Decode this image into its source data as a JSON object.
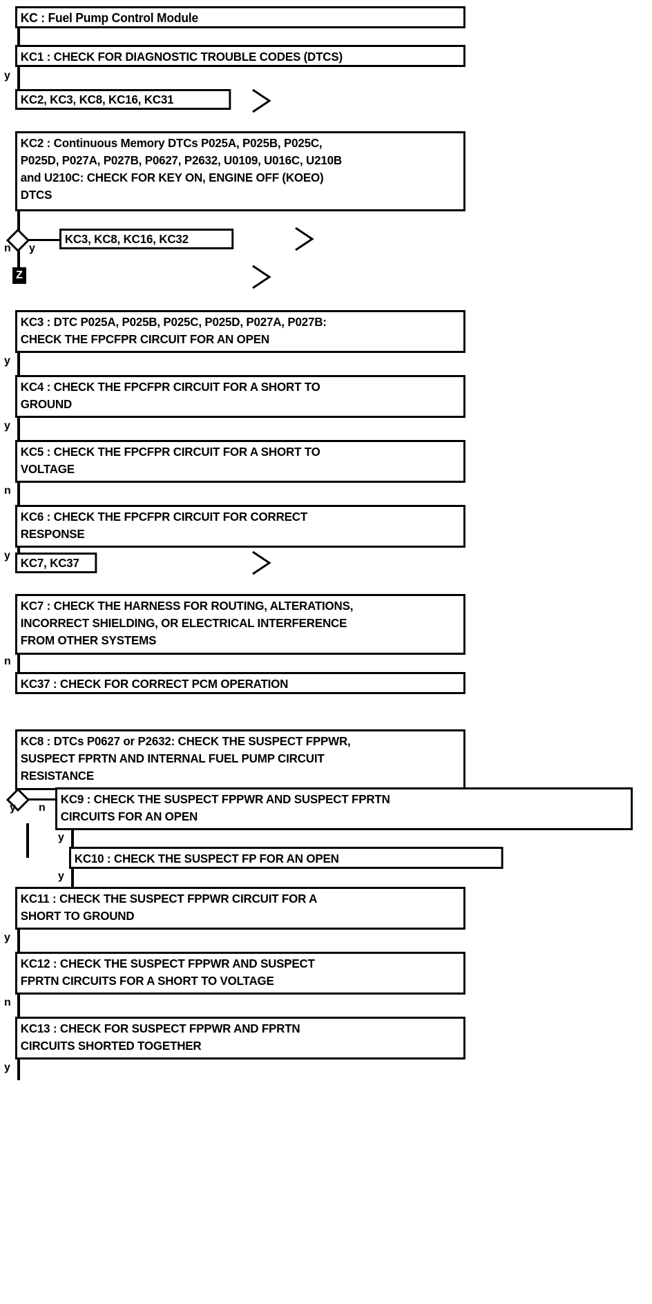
{
  "diagram": {
    "title": "KC : Fuel Pump Control Module",
    "nodes": {
      "kc_title": "KC : Fuel Pump Control Module",
      "kc1": "KC1 : CHECK FOR DIAGNOSTIC TROUBLE CODES (DTCS)",
      "ref1": "KC2, KC3, KC8, KC16, KC31",
      "kc2": "KC2 : Continuous Memory DTCs P025A, P025B, P025C,\nP025D, P027A, P027B, P0627, P2632, U0109, U016C, U210B\nand U210C: CHECK FOR KEY ON, ENGINE OFF (KOEO)\nDTCS",
      "ref2": "KC3, KC8, KC16, KC32",
      "marker_z": "Z",
      "kc3": "KC3 : DTC P025A, P025B, P025C, P025D, P027A, P027B:\nCHECK THE FPCFPR CIRCUIT FOR AN OPEN",
      "kc4": "KC4 : CHECK THE FPCFPR CIRCUIT FOR A SHORT TO\nGROUND",
      "kc5": "KC5 : CHECK THE FPCFPR CIRCUIT FOR A SHORT TO\nVOLTAGE",
      "kc6": "KC6 : CHECK THE FPCFPR CIRCUIT FOR CORRECT\nRESPONSE",
      "ref3": "KC7, KC37",
      "kc7": "KC7 : CHECK THE HARNESS FOR ROUTING, ALTERATIONS,\nINCORRECT SHIELDING, OR ELECTRICAL INTERFERENCE\nFROM OTHER SYSTEMS",
      "kc37": "KC37 : CHECK FOR CORRECT PCM OPERATION",
      "kc8": "KC8 : DTCs P0627 or P2632: CHECK THE SUSPECT FPPWR,\nSUSPECT FPRTN AND INTERNAL FUEL PUMP CIRCUIT\nRESISTANCE",
      "kc9": "KC9 : CHECK THE SUSPECT FPPWR AND SUSPECT FPRTN\nCIRCUITS FOR AN OPEN",
      "kc10": "KC10 : CHECK THE SUSPECT FP FOR AN OPEN",
      "kc11": "KC11 : CHECK THE SUSPECT FPPWR CIRCUIT FOR A\nSHORT TO GROUND",
      "kc12": "KC12 : CHECK THE SUSPECT FPPWR AND SUSPECT\nFPRTN CIRCUITS FOR A SHORT TO VOLTAGE",
      "kc13": "KC13 : CHECK FOR SUSPECT FPPWR AND FPRTN\nCIRCUITS SHORTED TOGETHER"
    },
    "branch_labels": {
      "kc1_out": "y",
      "kc2_diamond_no": "n",
      "kc2_diamond_yes": "y",
      "kc3_out": "y",
      "kc4_out": "y",
      "kc5_out": "n",
      "kc6_out": "y",
      "kc7_out": "n",
      "kc8_diamond_yes": "y",
      "kc8_diamond_no": "n",
      "kc9_out": "y",
      "kc10_out": "y",
      "kc11_out": "y",
      "kc12_out": "n",
      "kc13_out": "y"
    },
    "icons": {
      "offpage_1": "offpage-chevron-icon",
      "offpage_2": "offpage-chevron-icon",
      "offpage_3": "offpage-chevron-icon",
      "offpage_4": "offpage-chevron-icon",
      "decision_1": "decision-diamond-icon",
      "decision_2": "decision-diamond-icon"
    },
    "colors": {
      "stroke": "#000000",
      "background": "#ffffff",
      "marker_fill": "#000000",
      "marker_text": "#ffffff"
    }
  }
}
